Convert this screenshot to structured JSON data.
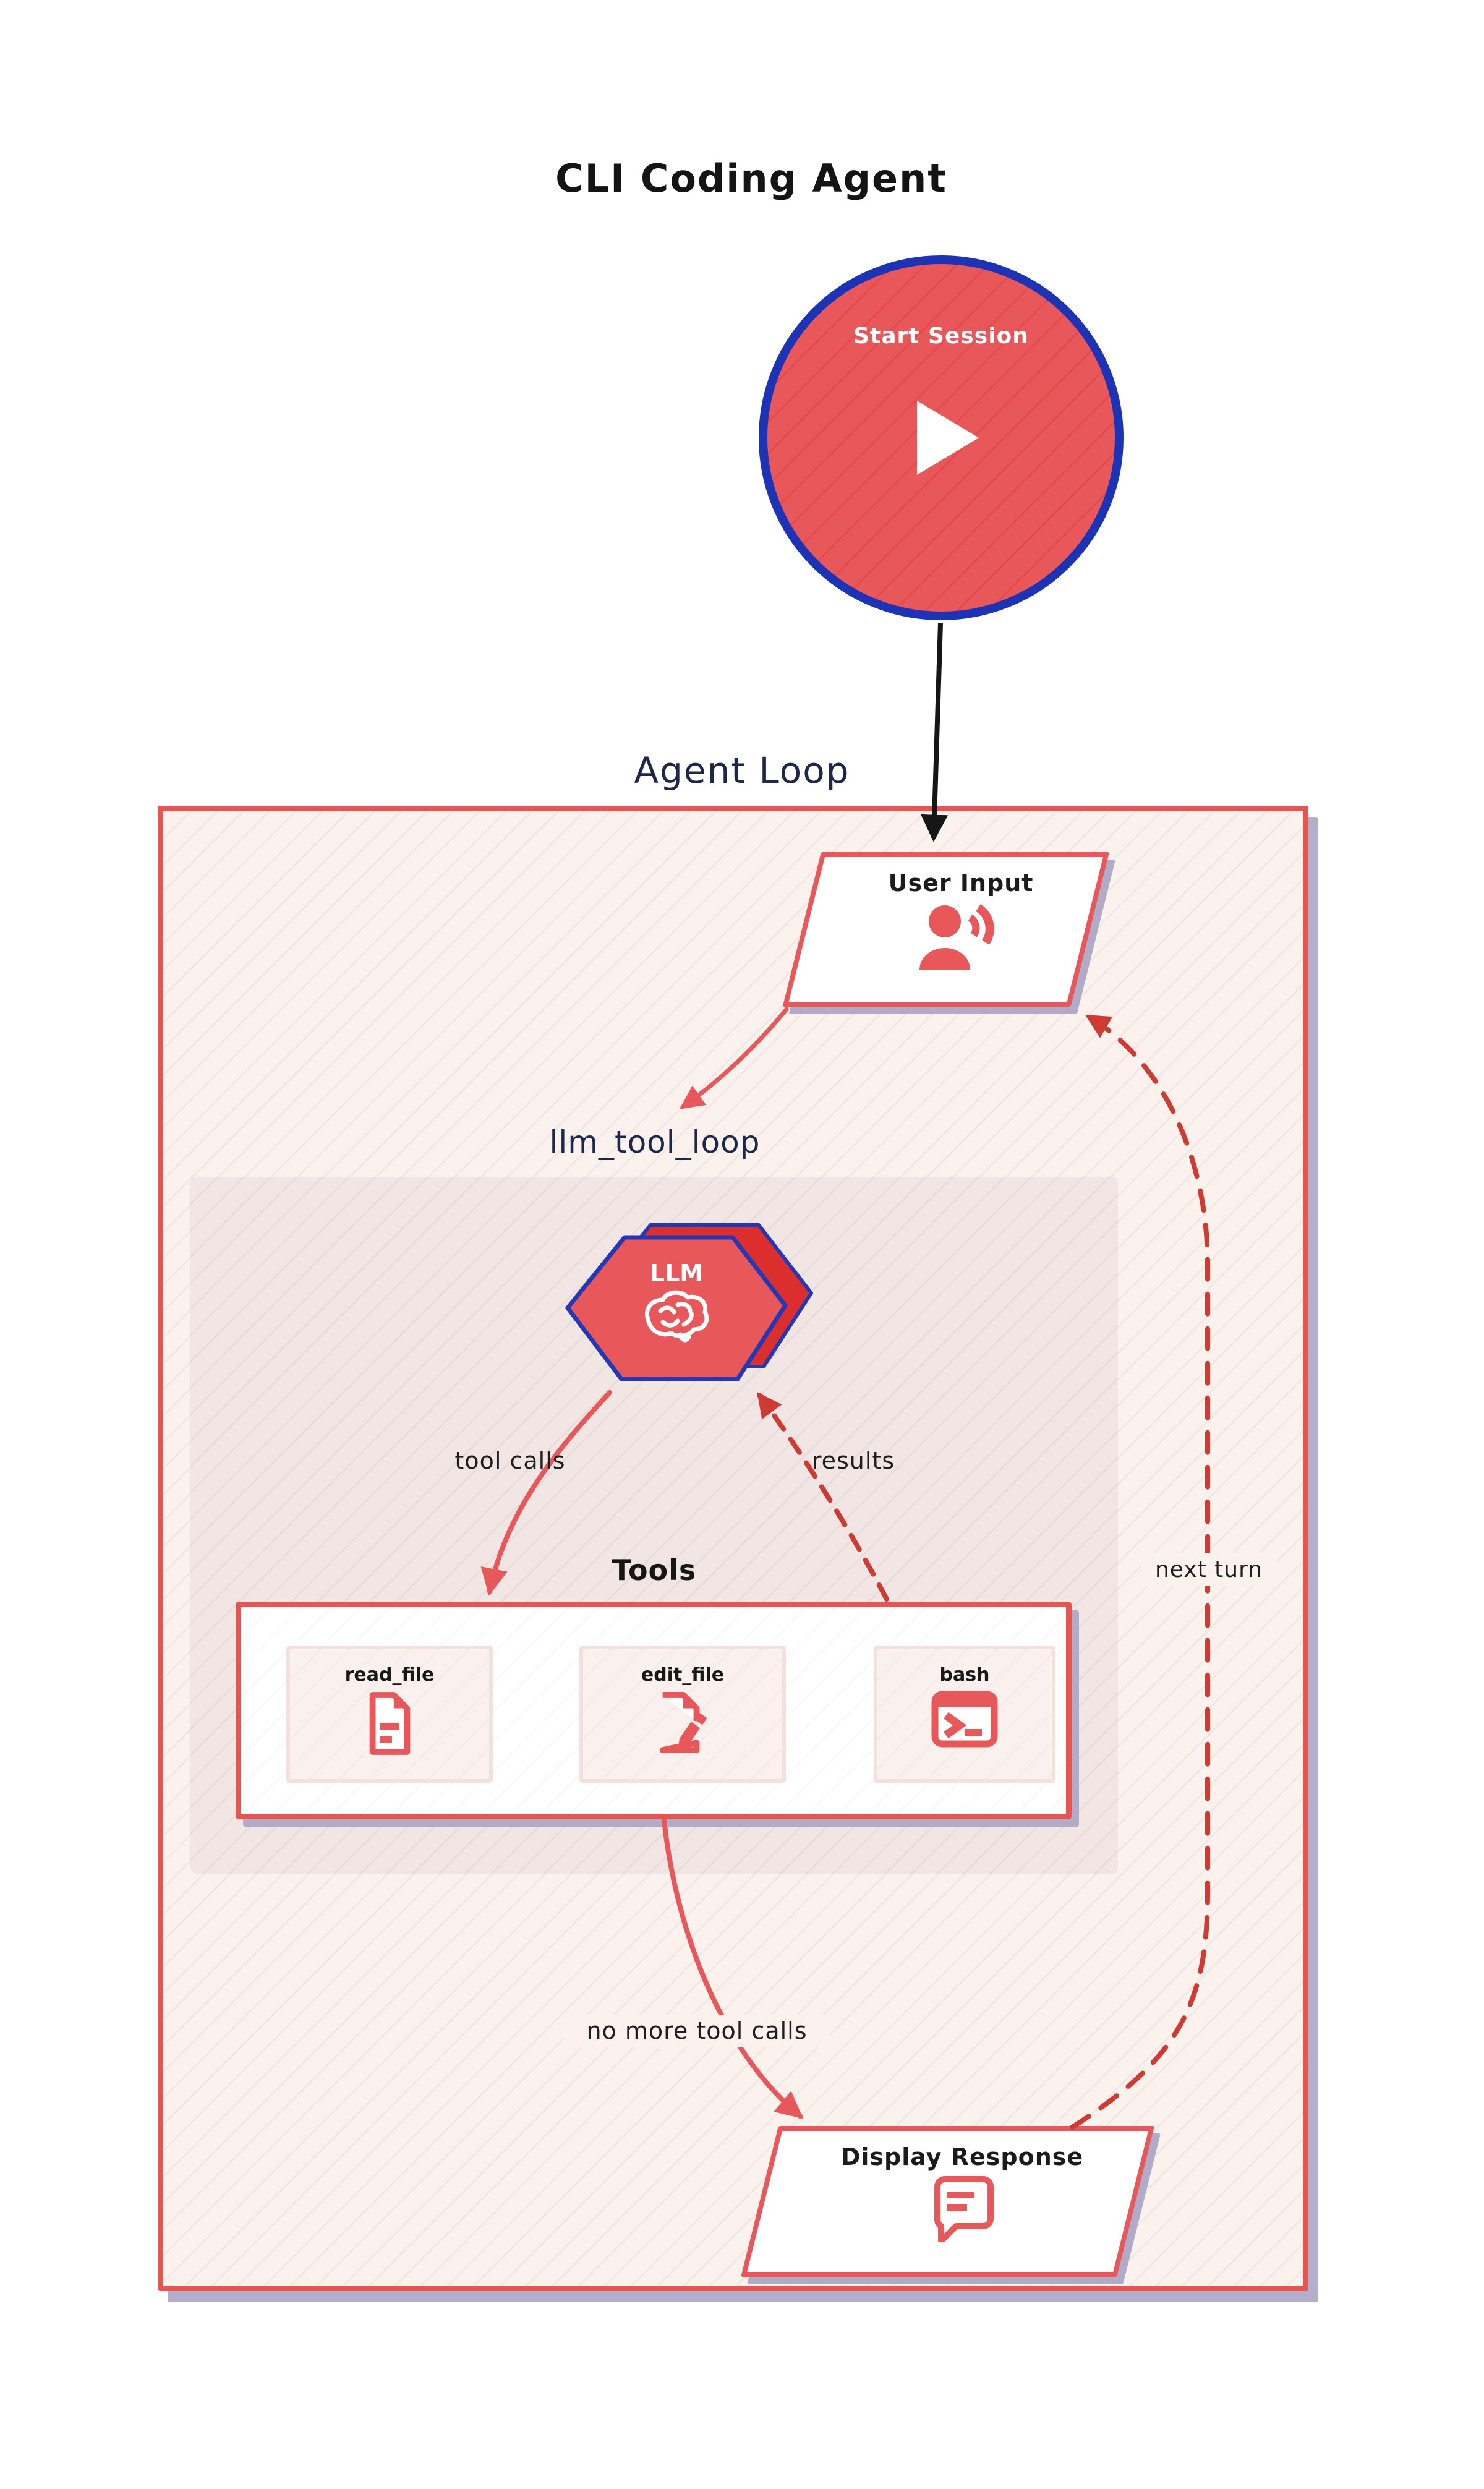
{
  "title": "CLI Coding Agent",
  "colors": {
    "accent_red": "#e8575a",
    "deep_red": "#dc2f2d",
    "dashed_red": "#cf3a33",
    "node_blue_border": "#2437b6",
    "navy_label": "#1d2749",
    "ink": "#1b1b1b",
    "loop_bg": "#fbf2ee",
    "inner_panel_bg": "#f1e6e3",
    "shadow_lavender": "#b2abc8"
  },
  "start_node": {
    "label": "Start Session",
    "icon": "play-icon"
  },
  "agent_loop": {
    "label": "Agent Loop",
    "user_input": {
      "label": "User Input",
      "icon": "user-voice-icon"
    },
    "llm_loop": {
      "label": "llm_tool_loop",
      "llm_node": {
        "label": "LLM",
        "icon": "brain-icon"
      },
      "tool_calls_edge": "tool calls",
      "results_edge": "results"
    },
    "tools": {
      "label": "Tools",
      "items": [
        {
          "label": "read_file",
          "icon": "file-lines-icon"
        },
        {
          "label": "edit_file",
          "icon": "file-pen-icon"
        },
        {
          "label": "bash",
          "icon": "terminal-icon"
        }
      ]
    },
    "display_response": {
      "label": "Display Response",
      "icon": "chat-bubble-icon"
    },
    "no_more_tool_calls_edge": "no more tool calls",
    "next_turn_edge": "next turn"
  }
}
